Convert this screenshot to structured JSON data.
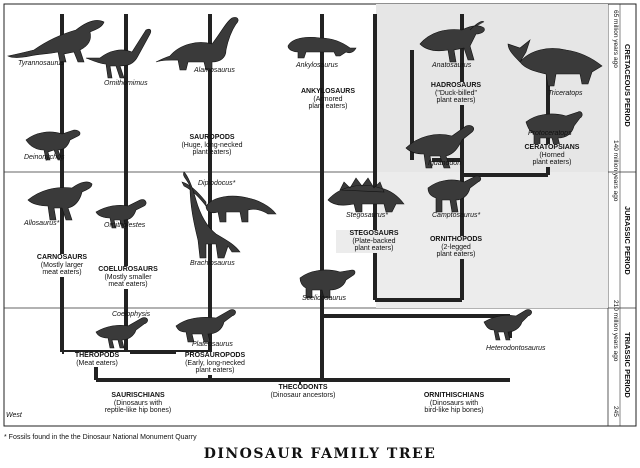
{
  "title": "DINOSAUR FAMILY TREE",
  "footnote": "* Fossils found in the the Dinosaur National Monument Quarry",
  "artist": "West",
  "periods": {
    "cretaceous": "CRETACEOUS PERIOD",
    "jurassic": "JURASSIC PERIOD",
    "triassic": "TRIASSIC PERIOD",
    "mya_65": "65 million years ago",
    "mya_140": "140 million years ago",
    "mya_210": "210 million years ago",
    "mya_245": "245"
  },
  "species": {
    "tyrannosaurus": "Tyrannosaurus",
    "ornithomimus": "Ornithomimus",
    "alamosaurus": "Alamosaurus",
    "ankylosaurus": "Ankylosaurus",
    "anatosaurus": "Anatosaurus",
    "triceratops": "Triceratops",
    "deinonychus": "Deinonychus",
    "protoceratops": "Protoceratops",
    "iguanodon": "Iguanodon",
    "diplodocus": "Diplodocus*",
    "allosaurus": "Allosaurus*",
    "ornitholestes": "Ornitholestes",
    "stegosaurus": "Stegosaurus*",
    "camptosaurus": "Camptosaurus*",
    "brachiosaurus": "Brachiosaurus",
    "scelidosaurus": "Scelidosaurus",
    "coelophysis": "Coelophysis",
    "plateosaurus": "Plateosaurus",
    "heterodontosaurus": "Heterodontosaurus"
  },
  "groups": {
    "ankylosaurs": {
      "name": "ANKYLOSAURS",
      "desc1": "(Armored",
      "desc2": "plant eaters)"
    },
    "hadrosaurs": {
      "name": "HADROSAURS",
      "desc1": "(\"Duck-billed\"",
      "desc2": "plant eaters)"
    },
    "sauropods": {
      "name": "SAUROPODS",
      "desc1": "(Huge, long-necked",
      "desc2": "plant eaters)"
    },
    "ceratopsians": {
      "name": "CERATOPSIANS",
      "desc1": "(Horned",
      "desc2": "plant eaters)"
    },
    "stegosaurs": {
      "name": "STEGOSAURS",
      "desc1": "(Plate-backed",
      "desc2": "plant eaters)"
    },
    "ornithopods": {
      "name": "ORNITHOPODS",
      "desc1": "(2-legged",
      "desc2": "plant eaters)"
    },
    "carnosaurs": {
      "name": "CARNOSAURS",
      "desc1": "(Mostly larger",
      "desc2": "meat eaters)"
    },
    "coelurosaurs": {
      "name": "COELUROSAURS",
      "desc1": "(Mostly smaller",
      "desc2": "meat eaters)"
    },
    "theropods": {
      "name": "THEROPODS",
      "desc1": "(Meat eaters)"
    },
    "prosauropods": {
      "name": "PROSAUROPODS",
      "desc1": "(Early, long-necked",
      "desc2": "plant eaters)"
    },
    "thecodonts": {
      "name": "THECODONTS",
      "desc1": "(Dinosaur ancestors)"
    },
    "saurischians": {
      "name": "SAURISCHIANS",
      "desc1": "(Dinosaurs with",
      "desc2": "reptile-like hip bones)"
    },
    "ornithischians": {
      "name": "ORNITHISCHIANS",
      "desc1": "(Dinosaurs with",
      "desc2": "bird-like hip bones)"
    }
  }
}
